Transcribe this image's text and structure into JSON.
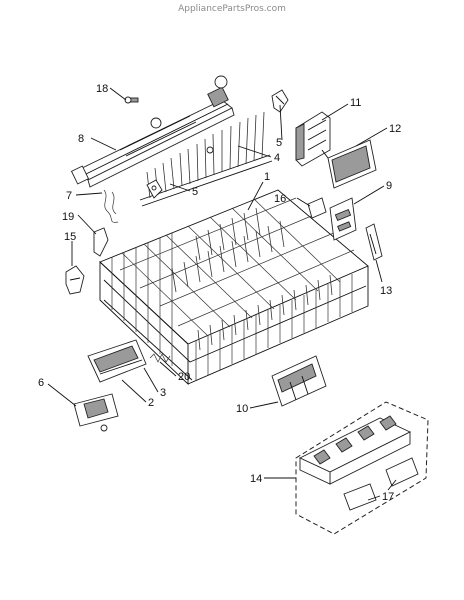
{
  "watermark": "AppliancePartsPros.com",
  "callouts": {
    "c1": "1",
    "c2": "2",
    "c3": "3",
    "c4": "4",
    "c5a": "5",
    "c5b": "5",
    "c6": "6",
    "c7": "7",
    "c8": "8",
    "c9": "9",
    "c10": "10",
    "c11": "11",
    "c12": "12",
    "c13": "13",
    "c14": "14",
    "c15": "15",
    "c16": "16",
    "c17": "17",
    "c18": "18",
    "c19": "19",
    "c20": "20"
  }
}
